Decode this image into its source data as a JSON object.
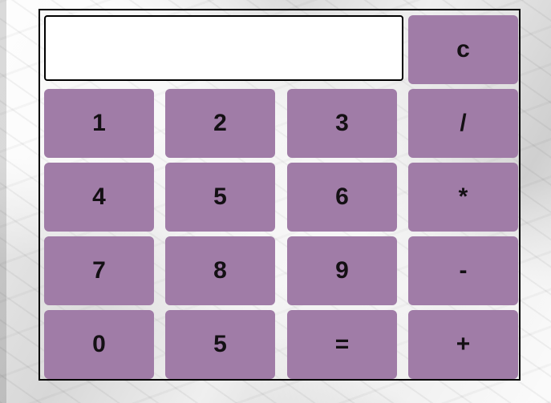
{
  "display": {
    "value": ""
  },
  "keys": {
    "clear": "c",
    "divide": "/",
    "multiply": "*",
    "minus": "-",
    "plus": "+",
    "equals": "=",
    "k1": "1",
    "k2": "2",
    "k3": "3",
    "k4": "4",
    "k5": "5",
    "k6": "6",
    "k7": "7",
    "k8": "8",
    "k9": "9",
    "k0": "0",
    "k5b": "5"
  },
  "colors": {
    "key_bg": "#a07ca7",
    "key_text": "#141014",
    "frame_border": "#000000",
    "display_bg": "#ffffff"
  }
}
